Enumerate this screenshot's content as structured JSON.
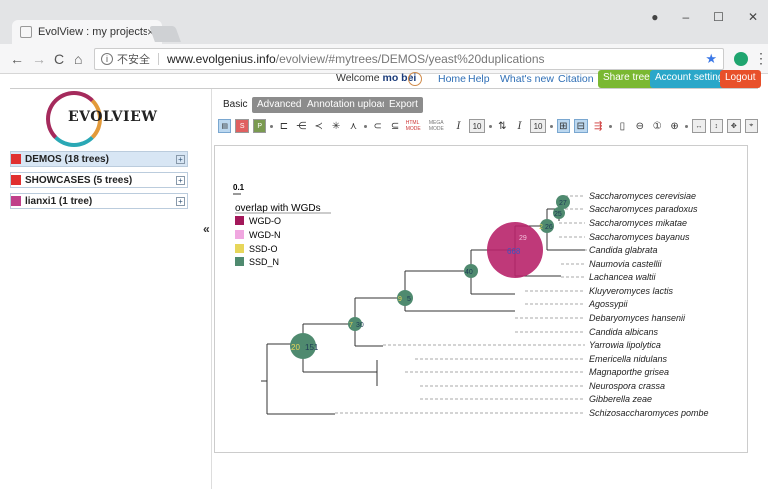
{
  "browser": {
    "tab_title": "EvolView : my projects",
    "tab_close": "×",
    "win_min": "–",
    "win_max": "☐",
    "win_close": "✕",
    "profile": "●",
    "nav_back": "←",
    "nav_forward": "→",
    "nav_reload": "C",
    "nav_home": "⌂",
    "info": "i",
    "insecure_label": "不安全",
    "url_host": "www.evolgenius.info",
    "url_path": "/evolview/#mytrees/DEMOS/yeast%20duplications",
    "star": "★",
    "menu_dots": "⋮"
  },
  "header": {
    "welcome_prefix": "Welcome ",
    "username": "mo bei",
    "links": [
      "Home",
      "Help",
      "What's new",
      "Citation"
    ],
    "buttons": [
      {
        "label": "Share trees",
        "color": "#7ab832"
      },
      {
        "label": "Account settings",
        "color": "#2aa7c9"
      },
      {
        "label": "Logout",
        "color": "#e8502a"
      }
    ]
  },
  "sidebar": {
    "logo_text": "EVOLVIEW",
    "groups": [
      {
        "label": "DEMOS (18 trees)",
        "color": "#e03030",
        "bg": "#d8e6f4",
        "plus": "+"
      },
      {
        "label": "SHOWCASES (5 trees)",
        "color": "#e03030",
        "bg": "#ffffff",
        "plus": "+"
      },
      {
        "label": "lianxi1 (1 tree)",
        "color": "#c0408a",
        "bg": "#ffffff",
        "plus": "+"
      }
    ],
    "collapse_glyph": "«"
  },
  "main": {
    "tabs": [
      "Basic",
      "Advanced",
      "Annotation upload",
      "Export"
    ],
    "active_tab": "Basic",
    "toolbar_text": {
      "html_mode": "HTML MODE",
      "mega_mode": "MEGA MODE",
      "italic1": "I",
      "size1": "10",
      "italic2": "I",
      "size2": "10"
    }
  },
  "tree": {
    "scale_label": "0.1",
    "legend_title": "overlap with WGDs",
    "legend": [
      {
        "label": "WGD-O",
        "color": "#a3185a"
      },
      {
        "label": "WGD-N",
        "color": "#f0a7e0"
      },
      {
        "label": "SSD-O",
        "color": "#e7d65a"
      },
      {
        "label": "SSD_N",
        "color": "#4f8a6f"
      }
    ],
    "leaves": [
      "Saccharomyces cerevisiae",
      "Saccharomyces paradoxus",
      "Saccharomyces mikatae",
      "Saccharomyces bayanus",
      "Candida glabrata",
      "Naumovia castellii",
      "Lachancea waltii",
      "Kluyveromyces lactis",
      "Agossypii",
      "Debaryomyces hansenii",
      "Candida albicans",
      "Yarrowia lipolytica",
      "Emericella nidulans",
      "Magnaporthe grisea",
      "Neurospora crassa",
      "Gibberella zeae",
      "Schizosaccharomyces pombe"
    ],
    "node_labels": {
      "root_a": "20",
      "root_b": "151",
      "n2_a": "7",
      "n2_b": "30",
      "n3_a": "9",
      "n3_b": "5",
      "n4": "40",
      "big": "668",
      "big_b": "29",
      "n5_a": "2",
      "n5_b": "26",
      "n6": "25",
      "n7": "27"
    }
  }
}
